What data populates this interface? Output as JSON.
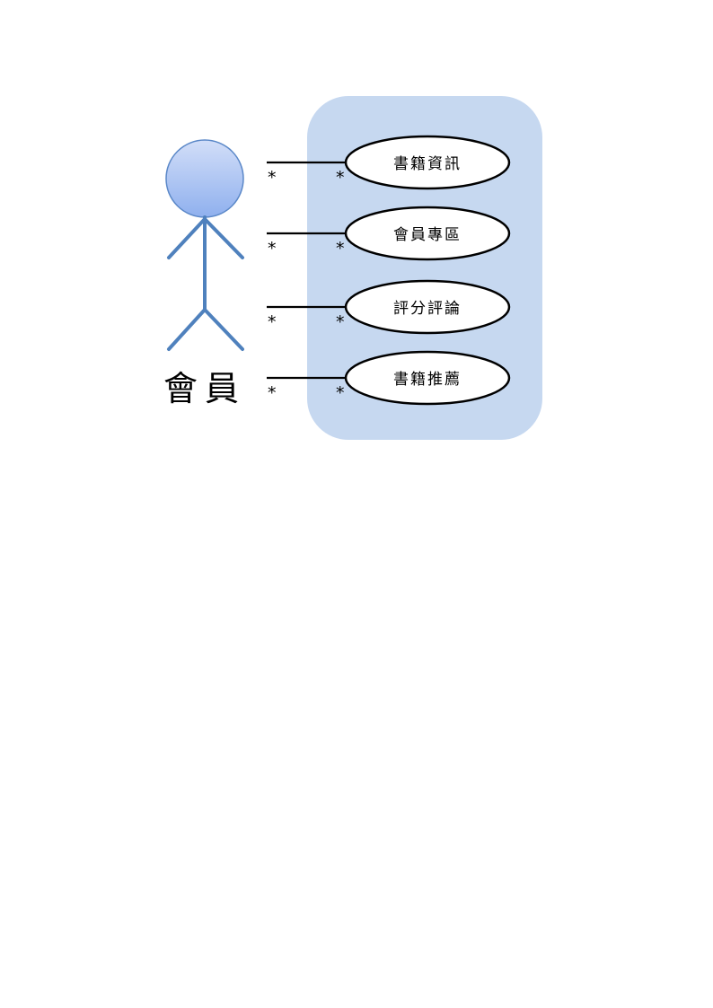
{
  "actor": {
    "label": "會員",
    "head_color_top": "#d2def8",
    "head_color_bottom": "#8fb0ee",
    "head_stroke": "#5b88c8",
    "body_color": "#4f81bd"
  },
  "system_boundary": {
    "fill": "#c6d8f0"
  },
  "use_cases": [
    {
      "label": "書籍資訊",
      "mult_actor": "*",
      "mult_usecase": "*"
    },
    {
      "label": "會員專區",
      "mult_actor": "*",
      "mult_usecase": "*"
    },
    {
      "label": "評分評論",
      "mult_actor": "*",
      "mult_usecase": "*"
    },
    {
      "label": "書籍推薦",
      "mult_actor": "*",
      "mult_usecase": "*"
    }
  ]
}
